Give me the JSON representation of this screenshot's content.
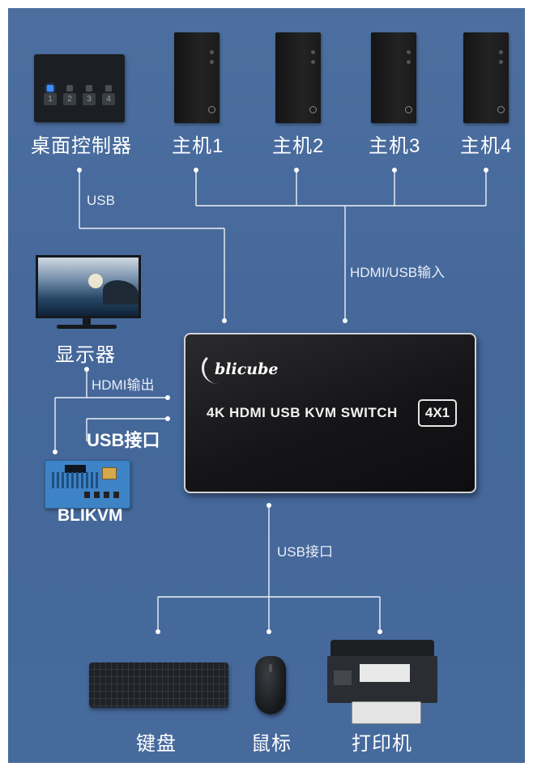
{
  "devices": {
    "controller_label": "桌面控制器",
    "controller_keys": [
      "1",
      "2",
      "3",
      "4"
    ],
    "host1_label": "主机1",
    "host2_label": "主机2",
    "host3_label": "主机3",
    "host4_label": "主机4",
    "monitor_label": "显示器",
    "blikvm_label": "BLIKVM",
    "keyboard_label": "键盘",
    "mouse_label": "鼠标",
    "printer_label": "打印机"
  },
  "connections": {
    "usb": "USB",
    "hdmi_usb_in": "HDMI/USB输入",
    "hdmi_out": "HDMI输出",
    "usb_port_bold": "USB接口",
    "usb_port_bottom": "USB接口"
  },
  "kvm": {
    "brand": "blicube",
    "model": "4K HDMI USB KVM SWITCH",
    "badge": "4X1"
  },
  "colors": {
    "background": "#466a9c",
    "wire": "#ffffff",
    "controller_active_led": "#3b8cff",
    "blikvm_body": "#3f83c7"
  }
}
